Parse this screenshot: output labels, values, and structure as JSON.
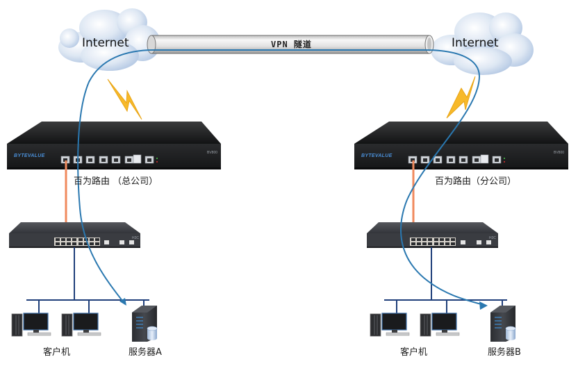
{
  "diagram": {
    "title": "VPN site-to-site topology",
    "tunnel": {
      "label": "VPN 隧道"
    },
    "sites": [
      {
        "id": "hq",
        "internet_label": "Internet",
        "router": {
          "label": "百为路由 （总公司）",
          "brand": "BYTEVALUE",
          "model": "BV800"
        },
        "switch": {
          "model": "H3C"
        },
        "clients_label": "客户机",
        "server_label": "服务器A"
      },
      {
        "id": "branch",
        "internet_label": "Internet",
        "router": {
          "label": "百为路由（分公司）",
          "brand": "BYTEVALUE",
          "model": "BV800"
        },
        "switch": {
          "model": "H3C"
        },
        "clients_label": "客户机",
        "server_label": "服务器B"
      }
    ],
    "colors": {
      "vpn_path": "#2a78b0",
      "uplink": "#f08a5d",
      "lan": "#1f3f7a",
      "lightning": "#f7b92a",
      "cloud": "#c9d8ec",
      "router_body": "#1e1f22",
      "switch_body": "#3b3d42"
    }
  }
}
